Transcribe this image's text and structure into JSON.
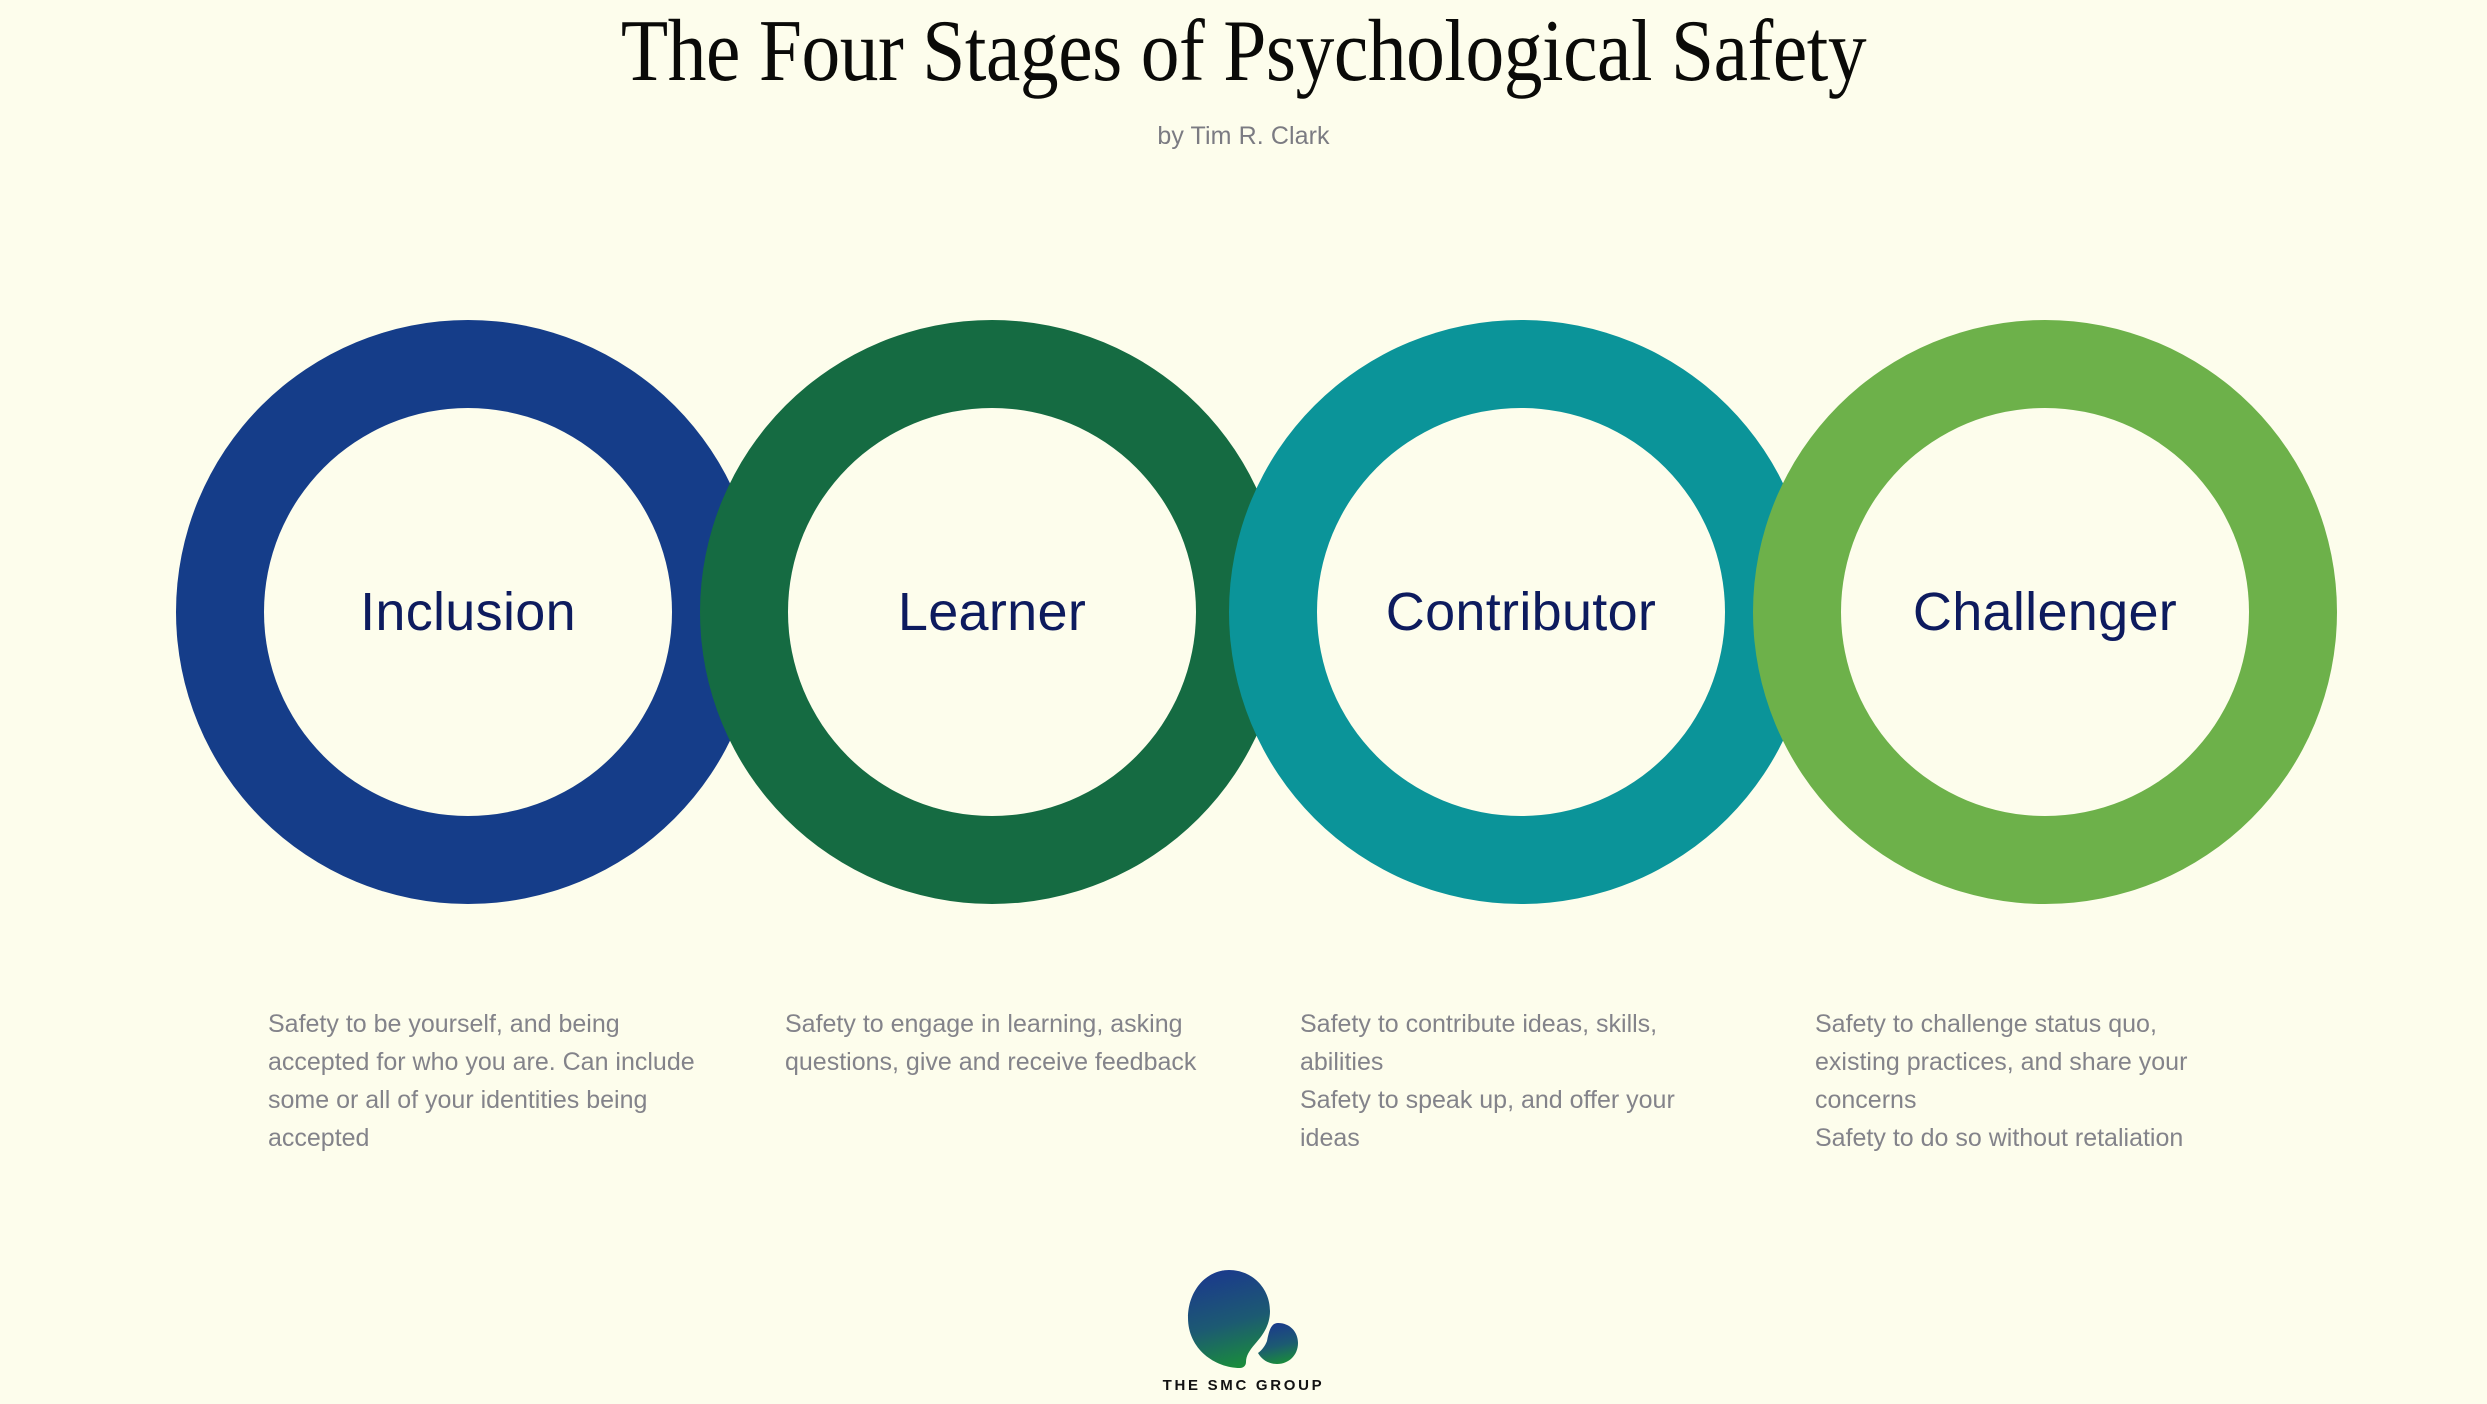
{
  "header": {
    "title": "The Four Stages of Psychological Safety",
    "subtitle": "by Tim R. Clark"
  },
  "stages": [
    {
      "label": "Inclusion",
      "ring_color": "#153d89",
      "descriptions": [
        "Safety to be yourself, and being accepted for who you are. Can include some or all of your identities being accepted"
      ]
    },
    {
      "label": "Learner",
      "ring_color": "#156b42",
      "descriptions": [
        "Safety to engage in learning, asking questions, give and receive feedback"
      ]
    },
    {
      "label": "Contributor",
      "ring_color": "#0b9499",
      "descriptions": [
        "Safety to contribute ideas, skills, abilities",
        "Safety to speak up, and offer your ideas"
      ]
    },
    {
      "label": "Challenger",
      "ring_color": "#6db14a",
      "descriptions": [
        "Safety to challenge status quo, existing practices, and share your concerns",
        "Safety to do so without retaliation"
      ]
    }
  ],
  "footer": {
    "logo_name": "smc-group-logo",
    "wordmark": "THE SMC GROUP",
    "logo_gradient_start": "#1b3a8c",
    "logo_gradient_end": "#1a8c3c"
  },
  "theme": {
    "background": "#fdfdec",
    "label_color": "#0d1b5e",
    "description_color": "#83838a",
    "title_color": "#0a0a08",
    "subtitle_color": "#7b7b82"
  }
}
